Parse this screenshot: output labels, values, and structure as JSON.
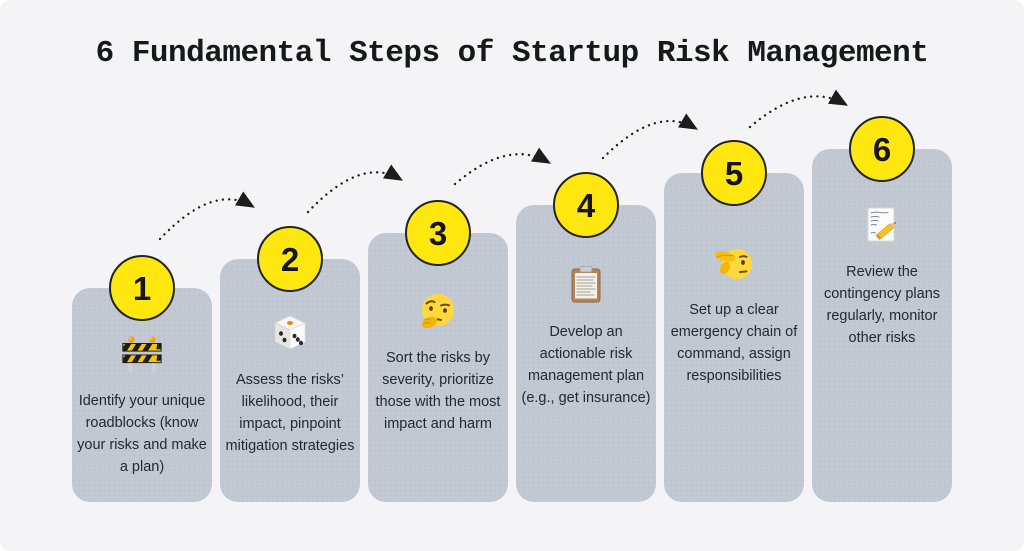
{
  "title": "6 Fundamental Steps of Startup Risk Management",
  "steps": [
    {
      "number": "1",
      "icon": "construction-barrier",
      "text": "Identify your unique roadblocks (know your risks and make a plan)"
    },
    {
      "number": "2",
      "icon": "game-die",
      "text": "Assess the risks’ likelihood, their impact, pinpoint mitigation strategies"
    },
    {
      "number": "3",
      "icon": "thinking-face",
      "text": "Sort the risks by severity, prioritize those with the most impact and harm"
    },
    {
      "number": "4",
      "icon": "clipboard",
      "text": "Develop an actionable risk management plan (e.g., get insurance)"
    },
    {
      "number": "5",
      "icon": "saluting-face",
      "text": "Set up a clear emergency chain of command, assign responsibilities"
    },
    {
      "number": "6",
      "icon": "memo-pencil",
      "text": "Review the contingency plans regularly, monitor other risks"
    }
  ],
  "colors": {
    "background": "#f4f4f6",
    "card": "#c3c9d3",
    "circle_fill": "#ffe70f",
    "circle_border": "#242424",
    "text": "#26282d",
    "arrow": "#1c1c1c"
  }
}
